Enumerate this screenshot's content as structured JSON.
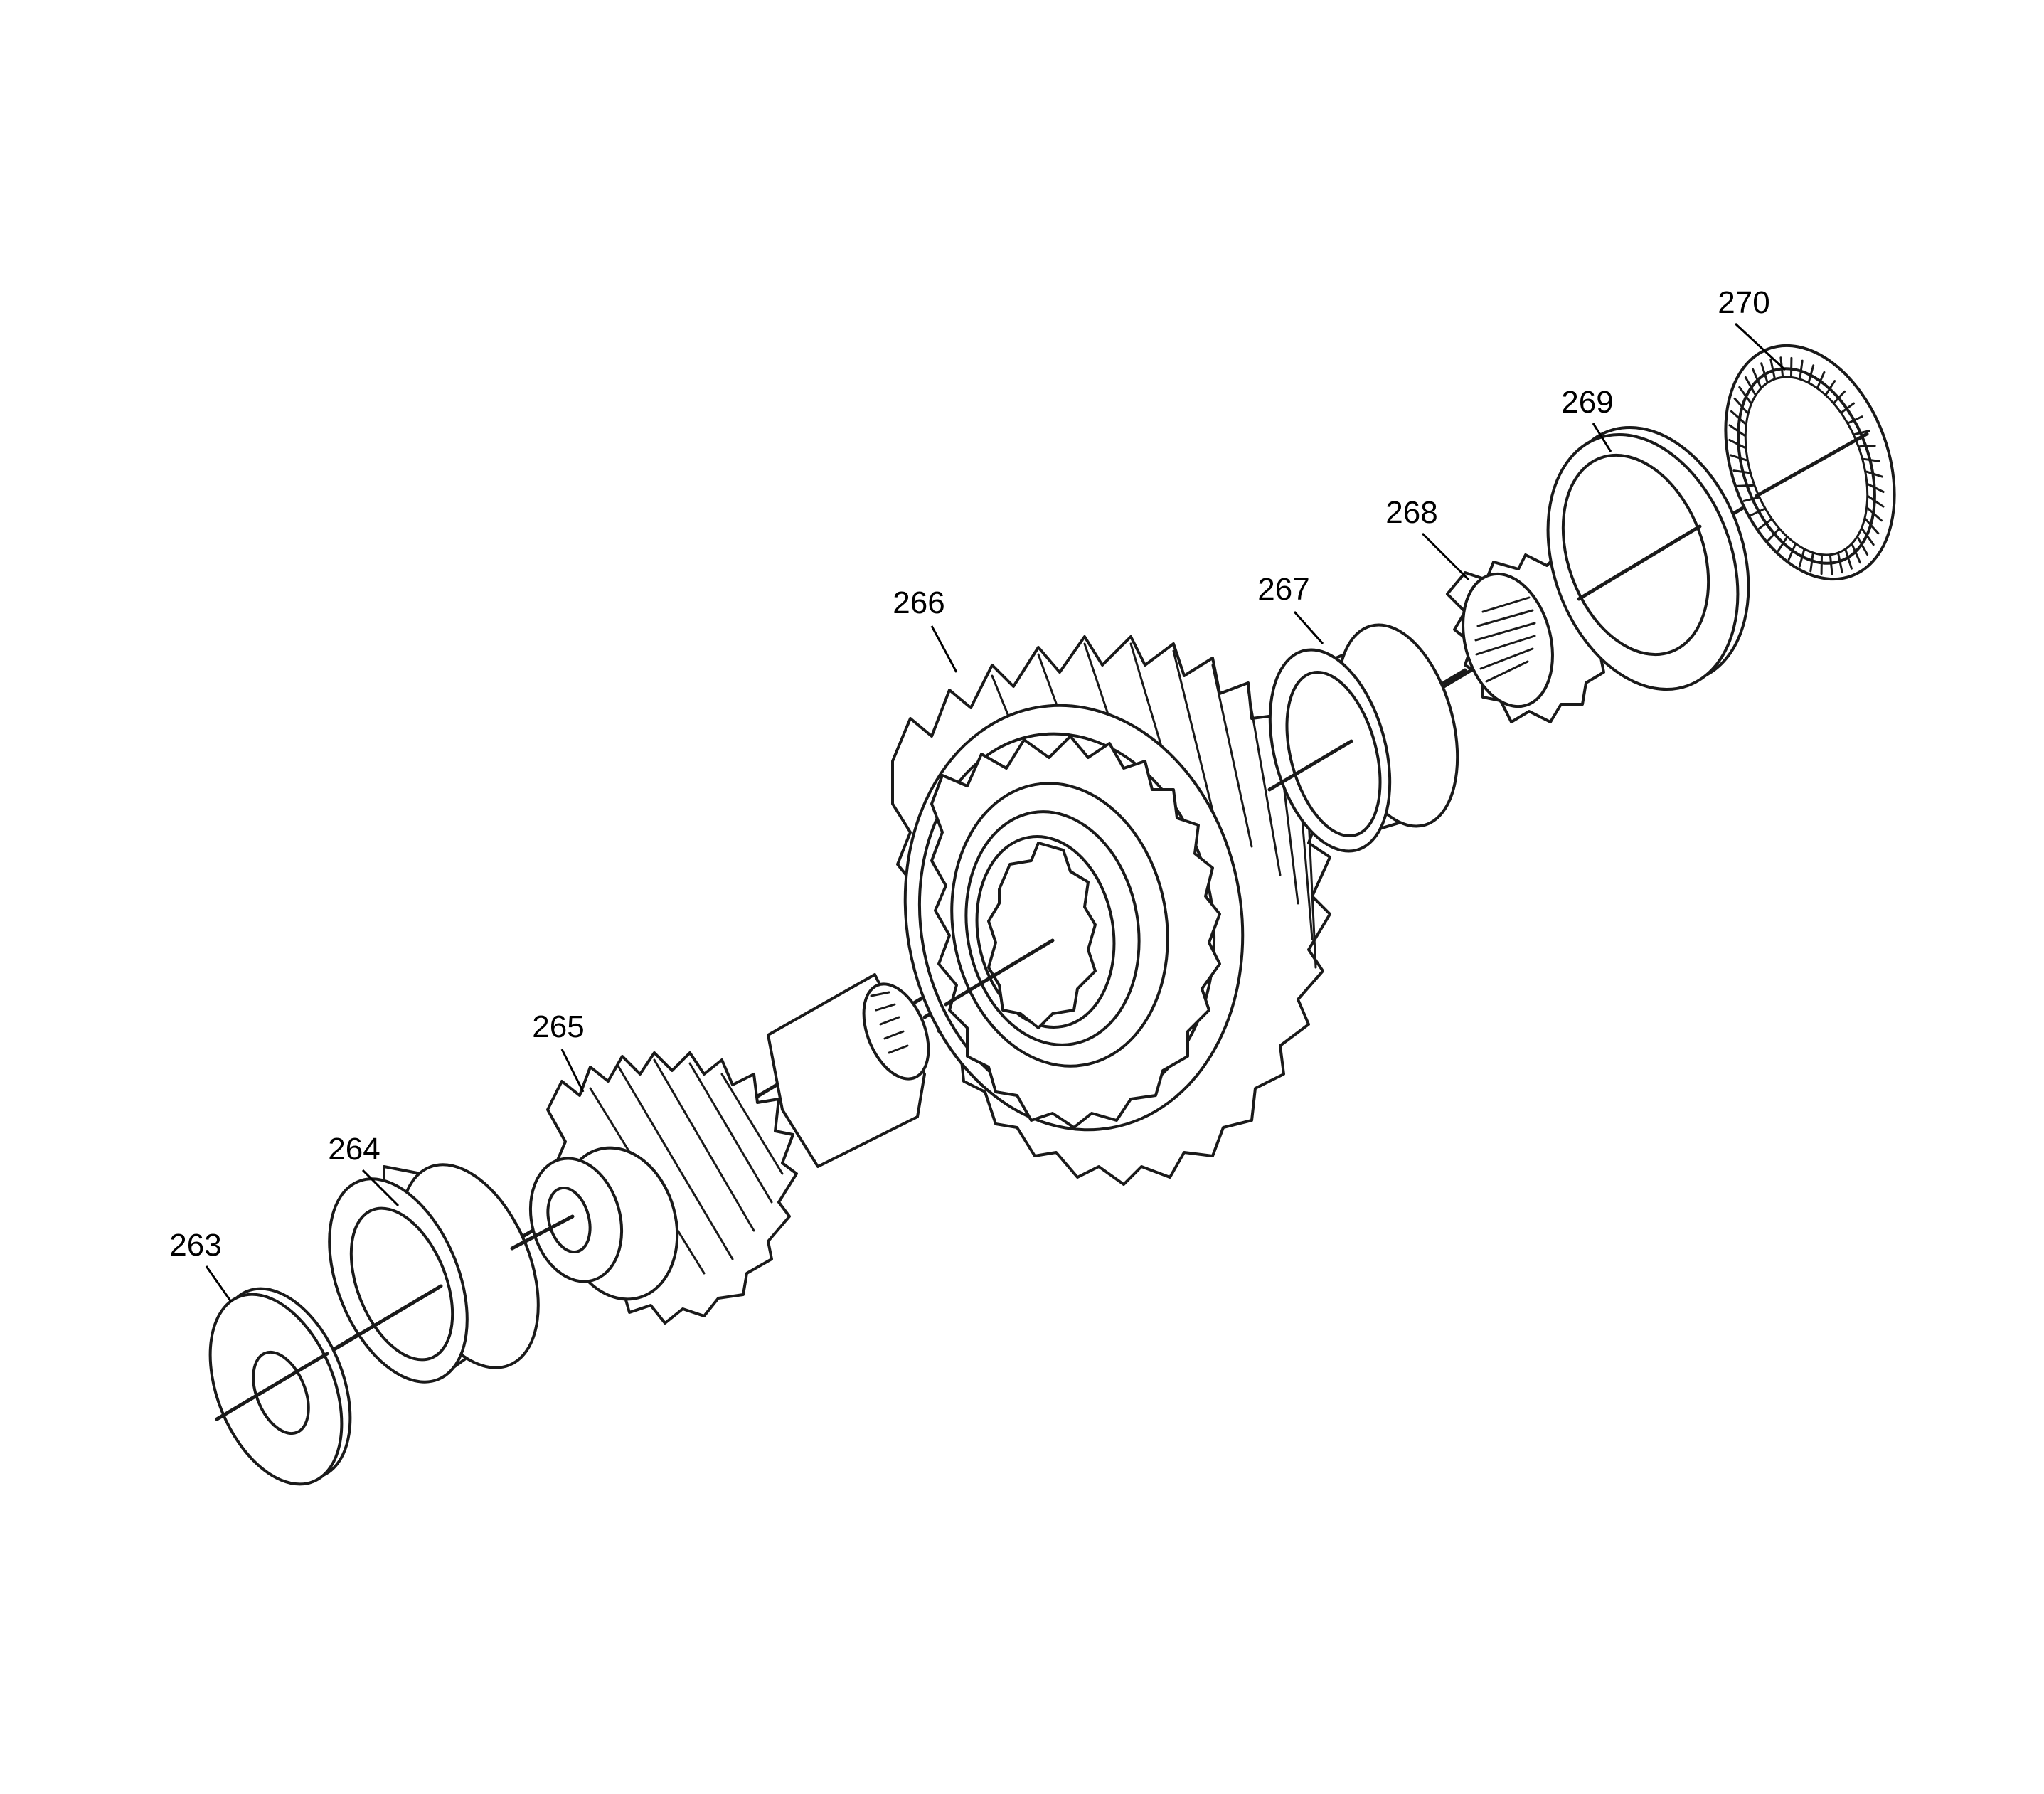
{
  "diagram": {
    "callouts": [
      {
        "id": "263",
        "label": "263"
      },
      {
        "id": "264",
        "label": "264"
      },
      {
        "id": "265",
        "label": "265"
      },
      {
        "id": "266",
        "label": "266"
      },
      {
        "id": "267",
        "label": "267"
      },
      {
        "id": "268",
        "label": "268"
      },
      {
        "id": "269",
        "label": "269"
      },
      {
        "id": "270",
        "label": "270"
      }
    ],
    "colors": {
      "line": "#1a1a1a",
      "background": "#ffffff"
    }
  }
}
